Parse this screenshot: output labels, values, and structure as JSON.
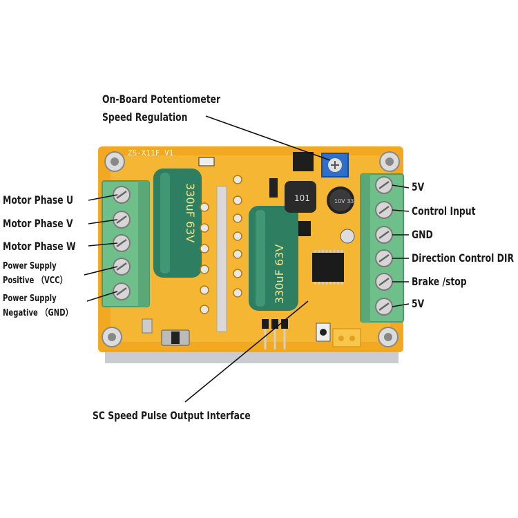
{
  "board": {
    "model_silkscreen": "ZS-X11F V1",
    "capacitor_marking": "330uF 63V",
    "inductor_marking": "101",
    "small_cap_marking": "10V 33",
    "colors": {
      "pcb": "#f2a921",
      "pcb_light": "#f7c64a",
      "terminal_green": "#6fbf8a",
      "capacitor_green": "#2e7f62",
      "potentiometer_blue": "#2f6fc8"
    }
  },
  "callouts": {
    "potentiometer": {
      "line1": "On-Board Potentiometer",
      "line2": "Speed Regulation"
    },
    "sc_output": "SC Speed Pulse Output Interface"
  },
  "left_terminals": [
    {
      "label": "Motor Phase U"
    },
    {
      "label": "Motor Phase V"
    },
    {
      "label": "Motor Phase W"
    },
    {
      "label": "Power Supply",
      "label2": "Positive （VCC）"
    },
    {
      "label": "Power Supply",
      "label2": "Negative （GND）"
    }
  ],
  "right_terminals": [
    {
      "label": "5V"
    },
    {
      "label": "Control Input"
    },
    {
      "label": "GND"
    },
    {
      "label": "Direction Control DIR"
    },
    {
      "label": "Brake /stop"
    },
    {
      "label": "5V"
    }
  ]
}
